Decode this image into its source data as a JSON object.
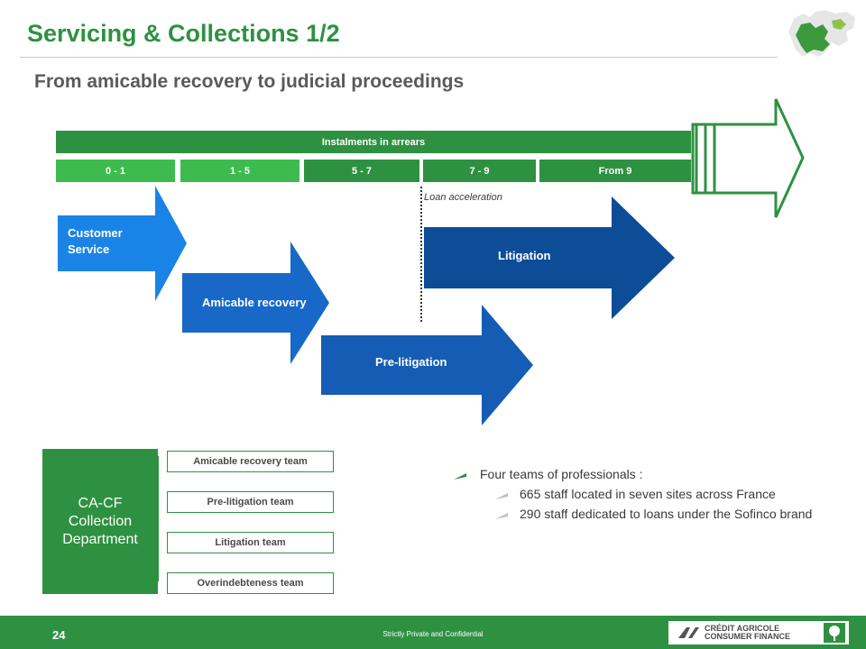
{
  "header": {
    "title": "Servicing & Collections 1/2",
    "subtitle": "From amicable recovery to judicial proceedings"
  },
  "timeline": {
    "banner_label": "Instalments in arrears",
    "ranges": [
      "0 - 1",
      "1 - 5",
      "5 - 7",
      "7 - 9",
      "From 9"
    ],
    "loan_acceleration_label": "Loan acceleration"
  },
  "phases": {
    "customer_service": "Customer\nService",
    "amicable_recovery": "Amicable recovery",
    "pre_litigation": "Pre-litigation",
    "litigation": "Litigation"
  },
  "organization": {
    "department": "CA-CF\nCollection\nDepartment",
    "teams": [
      "Amicable recovery team",
      "Pre-litigation team",
      "Litigation team",
      "Overindebteness team"
    ]
  },
  "bullets": {
    "main": "Four teams of professionals :",
    "sub": [
      "665 staff located in seven sites across France",
      "290 staff dedicated to loans under the Sofinco brand"
    ]
  },
  "footer": {
    "page_number": "24",
    "confidential": "Strictly Private and Confidential",
    "brand_line1": "CRÉDIT AGRICOLE",
    "brand_line2": "CONSUMER FINANCE"
  },
  "colors": {
    "brand_green": "#2e9141",
    "light_green": "#3dbb4f",
    "blue_bright": "#1a83e6",
    "blue_mid": "#1868c8",
    "blue_pre": "#155cb4",
    "blue_dark": "#0d4c97"
  }
}
